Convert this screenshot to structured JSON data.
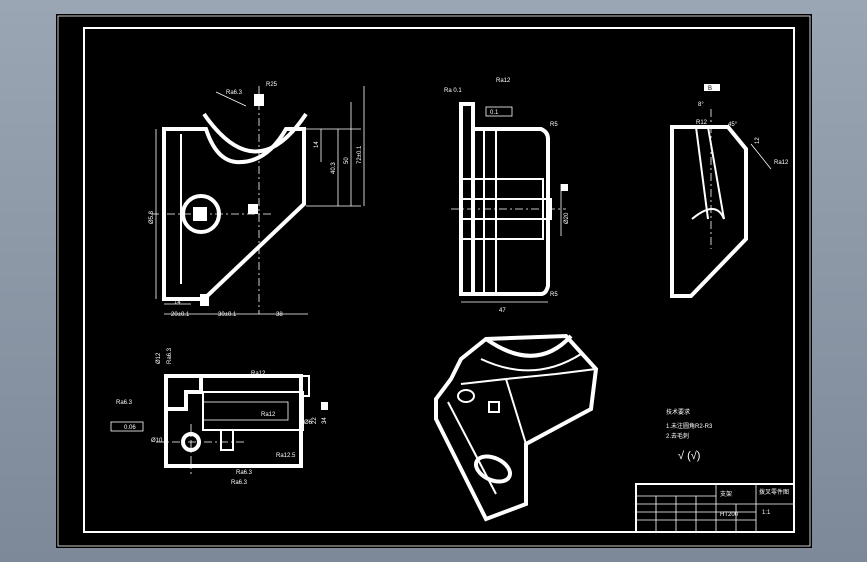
{
  "front_view": {
    "roughness": "Ra6.3",
    "dims": {
      "r_top": "R25",
      "height_14": "14",
      "height_40": "40.3",
      "height_50": "50",
      "height_72": "72±0.1",
      "dia_left": "Ø5.8",
      "width_14": "14",
      "width_20": "20±0.1",
      "width_30": "30±0.1",
      "width_38": "38"
    }
  },
  "side_view": {
    "roughness": "Ra12",
    "flatness": "Ra 0.1",
    "gdt": "0.1",
    "dims": {
      "r5_top": "R5",
      "r5_bottom": "R5",
      "dia_20": "Ø20",
      "width_47": "47"
    }
  },
  "section_view": {
    "tag": "B",
    "angle_top": "8°",
    "angle_45": "45°",
    "r12": "R12",
    "dim_12": "12",
    "roughness": "Ra12"
  },
  "top_view": {
    "roughness": [
      "Ra12",
      "Ra6.3",
      "Ra6.3",
      "Ra12",
      "Ra12.5",
      "Ra6.3",
      "Ra6.3"
    ],
    "tolerance": "0.06",
    "dims": [
      "Ø12",
      "Ø6",
      "22",
      "34",
      "Ø10"
    ]
  },
  "notes": {
    "heading": "技术要求",
    "line1": "1.未注圆角R2-R3",
    "line2": "2.去毛刺",
    "finish_symbol": "√ (√)"
  },
  "title_block": {
    "part_name": "支架",
    "drawing_no": "拨叉零件图",
    "material": "HT200",
    "scale": "1:1"
  }
}
